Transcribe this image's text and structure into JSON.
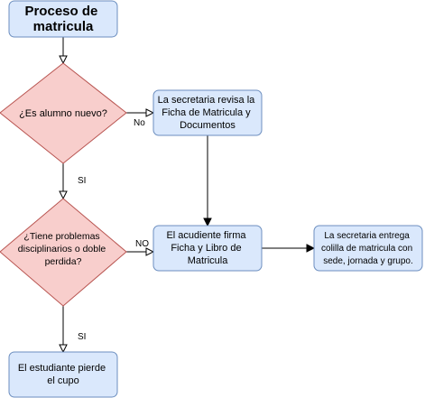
{
  "colors": {
    "process_fill": "#dae8fc",
    "process_stroke": "#6c8ebf",
    "decision_fill": "#f8cecc",
    "decision_stroke": "#b85450",
    "edge": "#000000",
    "background": "#ffffff"
  },
  "diagram": {
    "nodes": {
      "start": [
        "Proceso de",
        "matricula"
      ],
      "decision_new_student": [
        "¿Es alumno nuevo?"
      ],
      "secretary_review": [
        "La secretaria revisa la",
        "Ficha de Matricula y",
        "Documentos"
      ],
      "decision_discipline": [
        "¿Tiene problemas",
        "disciplinarios o doble",
        "perdida?"
      ],
      "guardian_signs": [
        "El acudiente firma",
        "Ficha y Libro de",
        "Matricula"
      ],
      "secretary_delivers": [
        "La secretaria entrega",
        "colilla de matricula con",
        "sede, jornada y grupo."
      ],
      "student_loses": [
        "El estudiante pierde",
        "el cupo"
      ]
    },
    "edge_labels": {
      "new_no": "No",
      "new_yes": "SI",
      "discipline_no": "NO",
      "discipline_yes": "SI"
    }
  }
}
